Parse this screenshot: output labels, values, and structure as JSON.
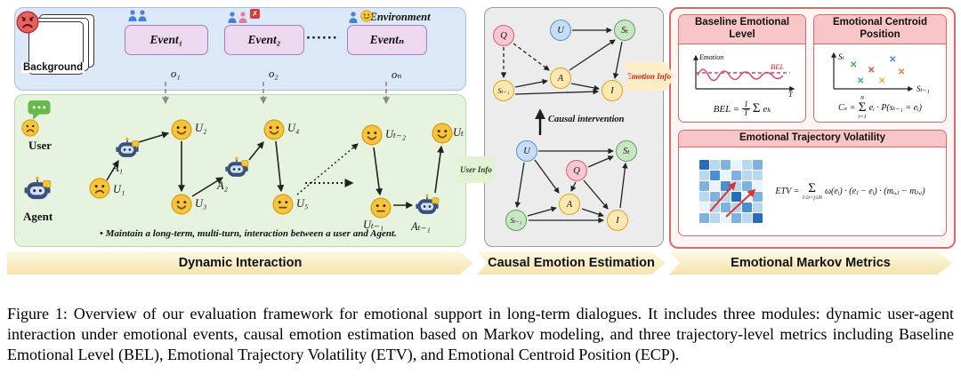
{
  "figure": {
    "environment": {
      "label": "• Environment",
      "background_label": "Background",
      "events": [
        {
          "name": "Event₁",
          "obs": "o₁"
        },
        {
          "name": "Event₂",
          "obs": "o₂"
        },
        {
          "name": "Eventₙ",
          "obs": "oₙ"
        }
      ],
      "ellipsis": "······"
    },
    "interaction": {
      "user_label": "User",
      "agent_label": "Agent",
      "note": "• Maintain a long-term, multi-turn, interaction between a user and Agent.",
      "users": [
        "U₁",
        "U₂",
        "U₃",
        "U₄",
        "U₅",
        "Uₜ₋₂",
        "Uₜ₋₁",
        "Uₜ"
      ],
      "agents": [
        "A₁",
        "A₂",
        "Aₜ₋₁"
      ]
    },
    "causal": {
      "intervention_label": "Causal intervention",
      "emotion_info": "Emotion Info",
      "user_info": "User Info",
      "nodes": {
        "q": "Q",
        "u": "U",
        "st": "Sₜ",
        "stm1": "Sₜ₋₁",
        "a": "A",
        "i": "I"
      }
    },
    "metrics": {
      "bel": {
        "title": "Baseline Emotional Level",
        "ylabel": "Emotion",
        "xlabel": "T",
        "line_label": "BEL",
        "f_lhs": "BEL =",
        "f_num": "1",
        "f_den": "T",
        "f_sigma": "Σ",
        "f_term": "eₖ"
      },
      "ecp": {
        "title": "Emotional Centroid Position",
        "ylabel": "Sₜ",
        "xlabel": "Sₜ₋₁",
        "f_lhs": "Cₛ =",
        "f_sup": "N",
        "f_sigma": "Σ",
        "f_sub": "i=1",
        "f_term": "eᵢ · P(sₜ₋₁ = eᵢ)"
      },
      "etv": {
        "title": "Emotional Trajectory Volatility",
        "f_lhs": "ETV =",
        "f_sigma": "Σ",
        "f_sub": "1≤i<j≤N",
        "f_term": "ω(eᵢ) · (eⱼ − eᵢ) · (mᵢ,ⱼ − mⱼ,ᵢ)",
        "heatmap": [
          [
            4,
            1,
            2,
            0,
            1,
            2
          ],
          [
            1,
            3,
            0,
            2,
            1,
            1
          ],
          [
            2,
            0,
            3,
            1,
            2,
            0
          ],
          [
            1,
            2,
            1,
            4,
            0,
            2
          ],
          [
            0,
            1,
            2,
            1,
            3,
            1
          ],
          [
            2,
            1,
            0,
            2,
            1,
            4
          ]
        ]
      }
    },
    "banners": [
      "Dynamic Interaction",
      "Causal Emotion Estimation",
      "Emotional Markov Metrics"
    ]
  },
  "caption": "Figure 1: Overview of our evaluation framework for emotional support in long-term dialogues. It includes three modules: dynamic user-agent interaction under emotional events, causal emotion estimation based on Markov modeling, and three trajectory-level metrics including Baseline Emotional Level (BEL), Emotional Trajectory Volatility (ETV), and Emotional Centroid Position (ECP)."
}
